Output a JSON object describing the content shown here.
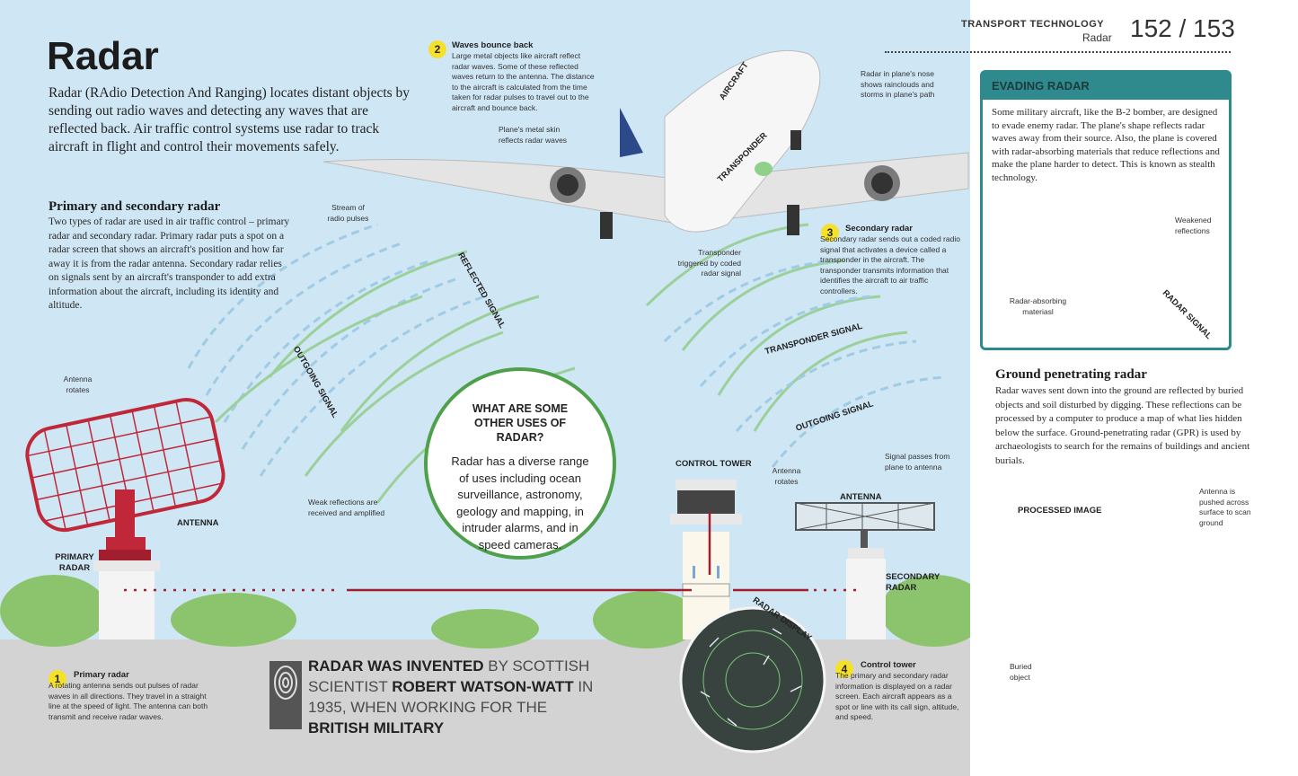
{
  "header": {
    "section": "TRANSPORT TECHNOLOGY",
    "subsection": "Radar",
    "pages": "152 / 153"
  },
  "title": "Radar",
  "intro": "Radar (RAdio Detection And Ranging) locates distant objects by sending out radio waves and detecting any waves that are reflected back. Air traffic control systems use radar to track aircraft in flight and control their movements safely.",
  "primary_secondary": {
    "heading": "Primary and secondary radar",
    "body": "Two types of radar are used in air traffic control – primary radar and secondary radar. Primary radar puts a spot on a radar screen that shows an aircraft's position and how far away it is from the radar antenna. Secondary radar relies on signals sent by an aircraft's transponder to add extra information about the aircraft, including its identity and altitude."
  },
  "steps": [
    {
      "n": "1",
      "title": "Primary radar",
      "text": "A rotating antenna sends out pulses of radar waves in all directions. They travel in a straight line at the speed of light. The antenna can both transmit and receive radar waves."
    },
    {
      "n": "2",
      "title": "Waves bounce back",
      "text": "Large metal objects like aircraft reflect radar waves. Some of these reflected waves return to the antenna. The distance to the aircraft is calculated from the time taken for radar pulses to travel out to the aircraft and bounce back."
    },
    {
      "n": "3",
      "title": "Secondary radar",
      "text": "Secondary radar sends out a coded radio signal that activates a device called a transponder in the aircraft. The transponder transmits information that identifies the aircraft to air traffic controllers."
    },
    {
      "n": "4",
      "title": "Control tower",
      "text": "The primary and secondary radar information is displayed on a radar screen. Each aircraft appears as a spot or line with its call sign, altitude, and speed."
    }
  ],
  "annotations": {
    "antenna_rotates": "Antenna rotates",
    "weak_reflections": "Weak reflections are received and amplified",
    "stream_pulses": "Stream of radio pulses",
    "metal_skin": "Plane's metal skin reflects radar waves",
    "nose_radar": "Radar in plane's nose shows rainclouds and storms in plane's path",
    "transponder_triggered": "Transponder triggered by coded radar signal",
    "signal_passes": "Signal passes from plane to antenna",
    "antenna_rotates2": "Antenna rotates"
  },
  "labels": {
    "aircraft": "AIRCRAFT",
    "transponder": "TRANSPONDER",
    "outgoing_signal": "OUTGOING SIGNAL",
    "reflected_signal": "REFLECTED SIGNAL",
    "transponder_signal": "TRANSPONDER SIGNAL",
    "outgoing_signal2": "OUTGOING SIGNAL",
    "antenna_left": "ANTENNA",
    "primary_radar": "PRIMARY RADAR",
    "control_tower": "CONTROL TOWER",
    "antenna_right": "ANTENNA",
    "secondary_radar": "SECONDARY RADAR",
    "radar_display": "RADAR DISPLAY"
  },
  "circle": {
    "question": "WHAT ARE SOME OTHER USES OF RADAR?",
    "answer": "Radar has a diverse range of uses including ocean surveillance, astronomy, geology and mapping, in intruder alarms, and in speed cameras."
  },
  "fact": {
    "p1": "RADAR WAS INVENTED",
    "p2": " BY SCOTTISH SCIENTIST ",
    "p3": "ROBERT WATSON-WATT",
    "p4": " IN 1935, WHEN WORKING FOR THE ",
    "p5": "BRITISH MILITARY"
  },
  "evading": {
    "heading": "EVADING RADAR",
    "body": "Some military aircraft, like the B-2 bomber, are designed to evade enemy radar. The plane's shape reflects radar waves away from their source. Also, the plane is covered with radar-absorbing materials that reduce reflections and make the plane harder to detect. This is known as stealth technology.",
    "weakened": "Weakened reflections",
    "absorbing": "Radar-absorbing materiasl",
    "radar_signal": "RADAR SIGNAL"
  },
  "gpr": {
    "heading": "Ground penetrating radar",
    "body": "Radar waves sent down into the ground are reflected by buried objects and soil disturbed by digging. These reflections can be processed by a computer to produce a map of what lies hidden below the surface. Ground-penetrating radar (GPR) is used by archaeologists to search for the remains of buildings and ancient burials.",
    "processed": "PROCESSED IMAGE",
    "antenna_pushed": "Antenna is pushed across surface to scan ground",
    "buried": "Buried object"
  },
  "colors": {
    "teal": "#2f8a8e",
    "yellow": "#f5e12a",
    "green": "#4fa04a",
    "red": "#c0283a",
    "sky": "#cfe6f4"
  }
}
